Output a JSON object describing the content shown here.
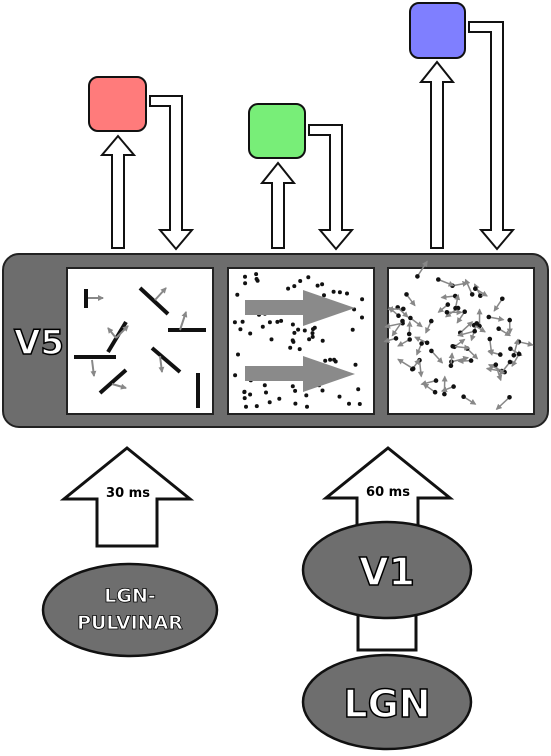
{
  "labels": {
    "area_v5": "V5",
    "latency_pulvinar": "30 ms",
    "latency_v1": "60 ms",
    "node_v1": "V1",
    "node_lgn": "LGN",
    "node_pulvinar_line1": "LGN-",
    "node_pulvinar_line2": "PULVINAR"
  },
  "colors": {
    "module_red": "#ff7b7b",
    "module_green": "#78ee78",
    "module_blue": "#7f7fff",
    "v5_band": "#6d6d6d",
    "node_fill": "#6e6e6e",
    "stimulus_arrow": "#8a8a8a"
  },
  "panels": [
    {
      "name": "panel-orientation",
      "content": "oriented-bars-with-motion-arrows"
    },
    {
      "name": "panel-coherent-motion",
      "content": "dots-with-two-rightward-arrows"
    },
    {
      "name": "panel-random-motion",
      "content": "dots-with-random-arrows"
    }
  ]
}
